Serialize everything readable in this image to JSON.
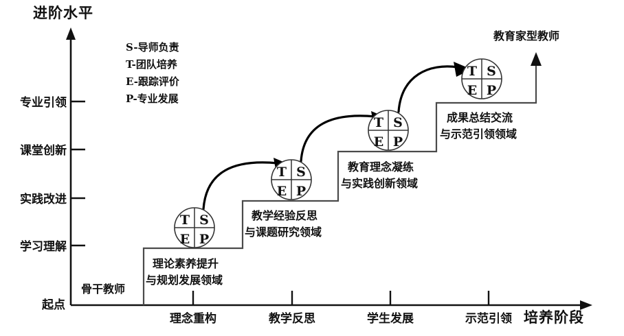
{
  "diagram": {
    "title_y_axis": "进阶水平",
    "title_x_axis": "培养阶段",
    "origin_label": "起点",
    "start_actor": "骨干教师",
    "end_actor": "教育家型教师",
    "y_ticks": [
      "专业引领",
      "课堂创新",
      "实践改进",
      "学习理解"
    ],
    "x_ticks": [
      "理念重构",
      "教学反思",
      "学生发展",
      "示范引领"
    ],
    "legend": [
      "S-导师负责",
      "T-团队培养",
      "E-跟踪评价",
      "P-专业发展"
    ],
    "badge_letters": {
      "top_left": "T",
      "top_right": "S",
      "bottom_left": "E",
      "bottom_right": "P"
    },
    "steps": [
      {
        "id": "step-1",
        "label_line1": "理论素养提升",
        "label_line2": "与规划发展领域"
      },
      {
        "id": "step-2",
        "label_line1": "教学经验反思",
        "label_line2": "与课题研究领域"
      },
      {
        "id": "step-3",
        "label_line1": "教育理念凝练",
        "label_line2": "与实践创新领域"
      },
      {
        "id": "step-4",
        "label_line1": "成果总结交流",
        "label_line2": "与示范引领领域"
      }
    ],
    "colors": {
      "ink": "#111111",
      "stair": "#4a4a4a",
      "circle_stroke": "#333333",
      "background": "#ffffff"
    }
  }
}
